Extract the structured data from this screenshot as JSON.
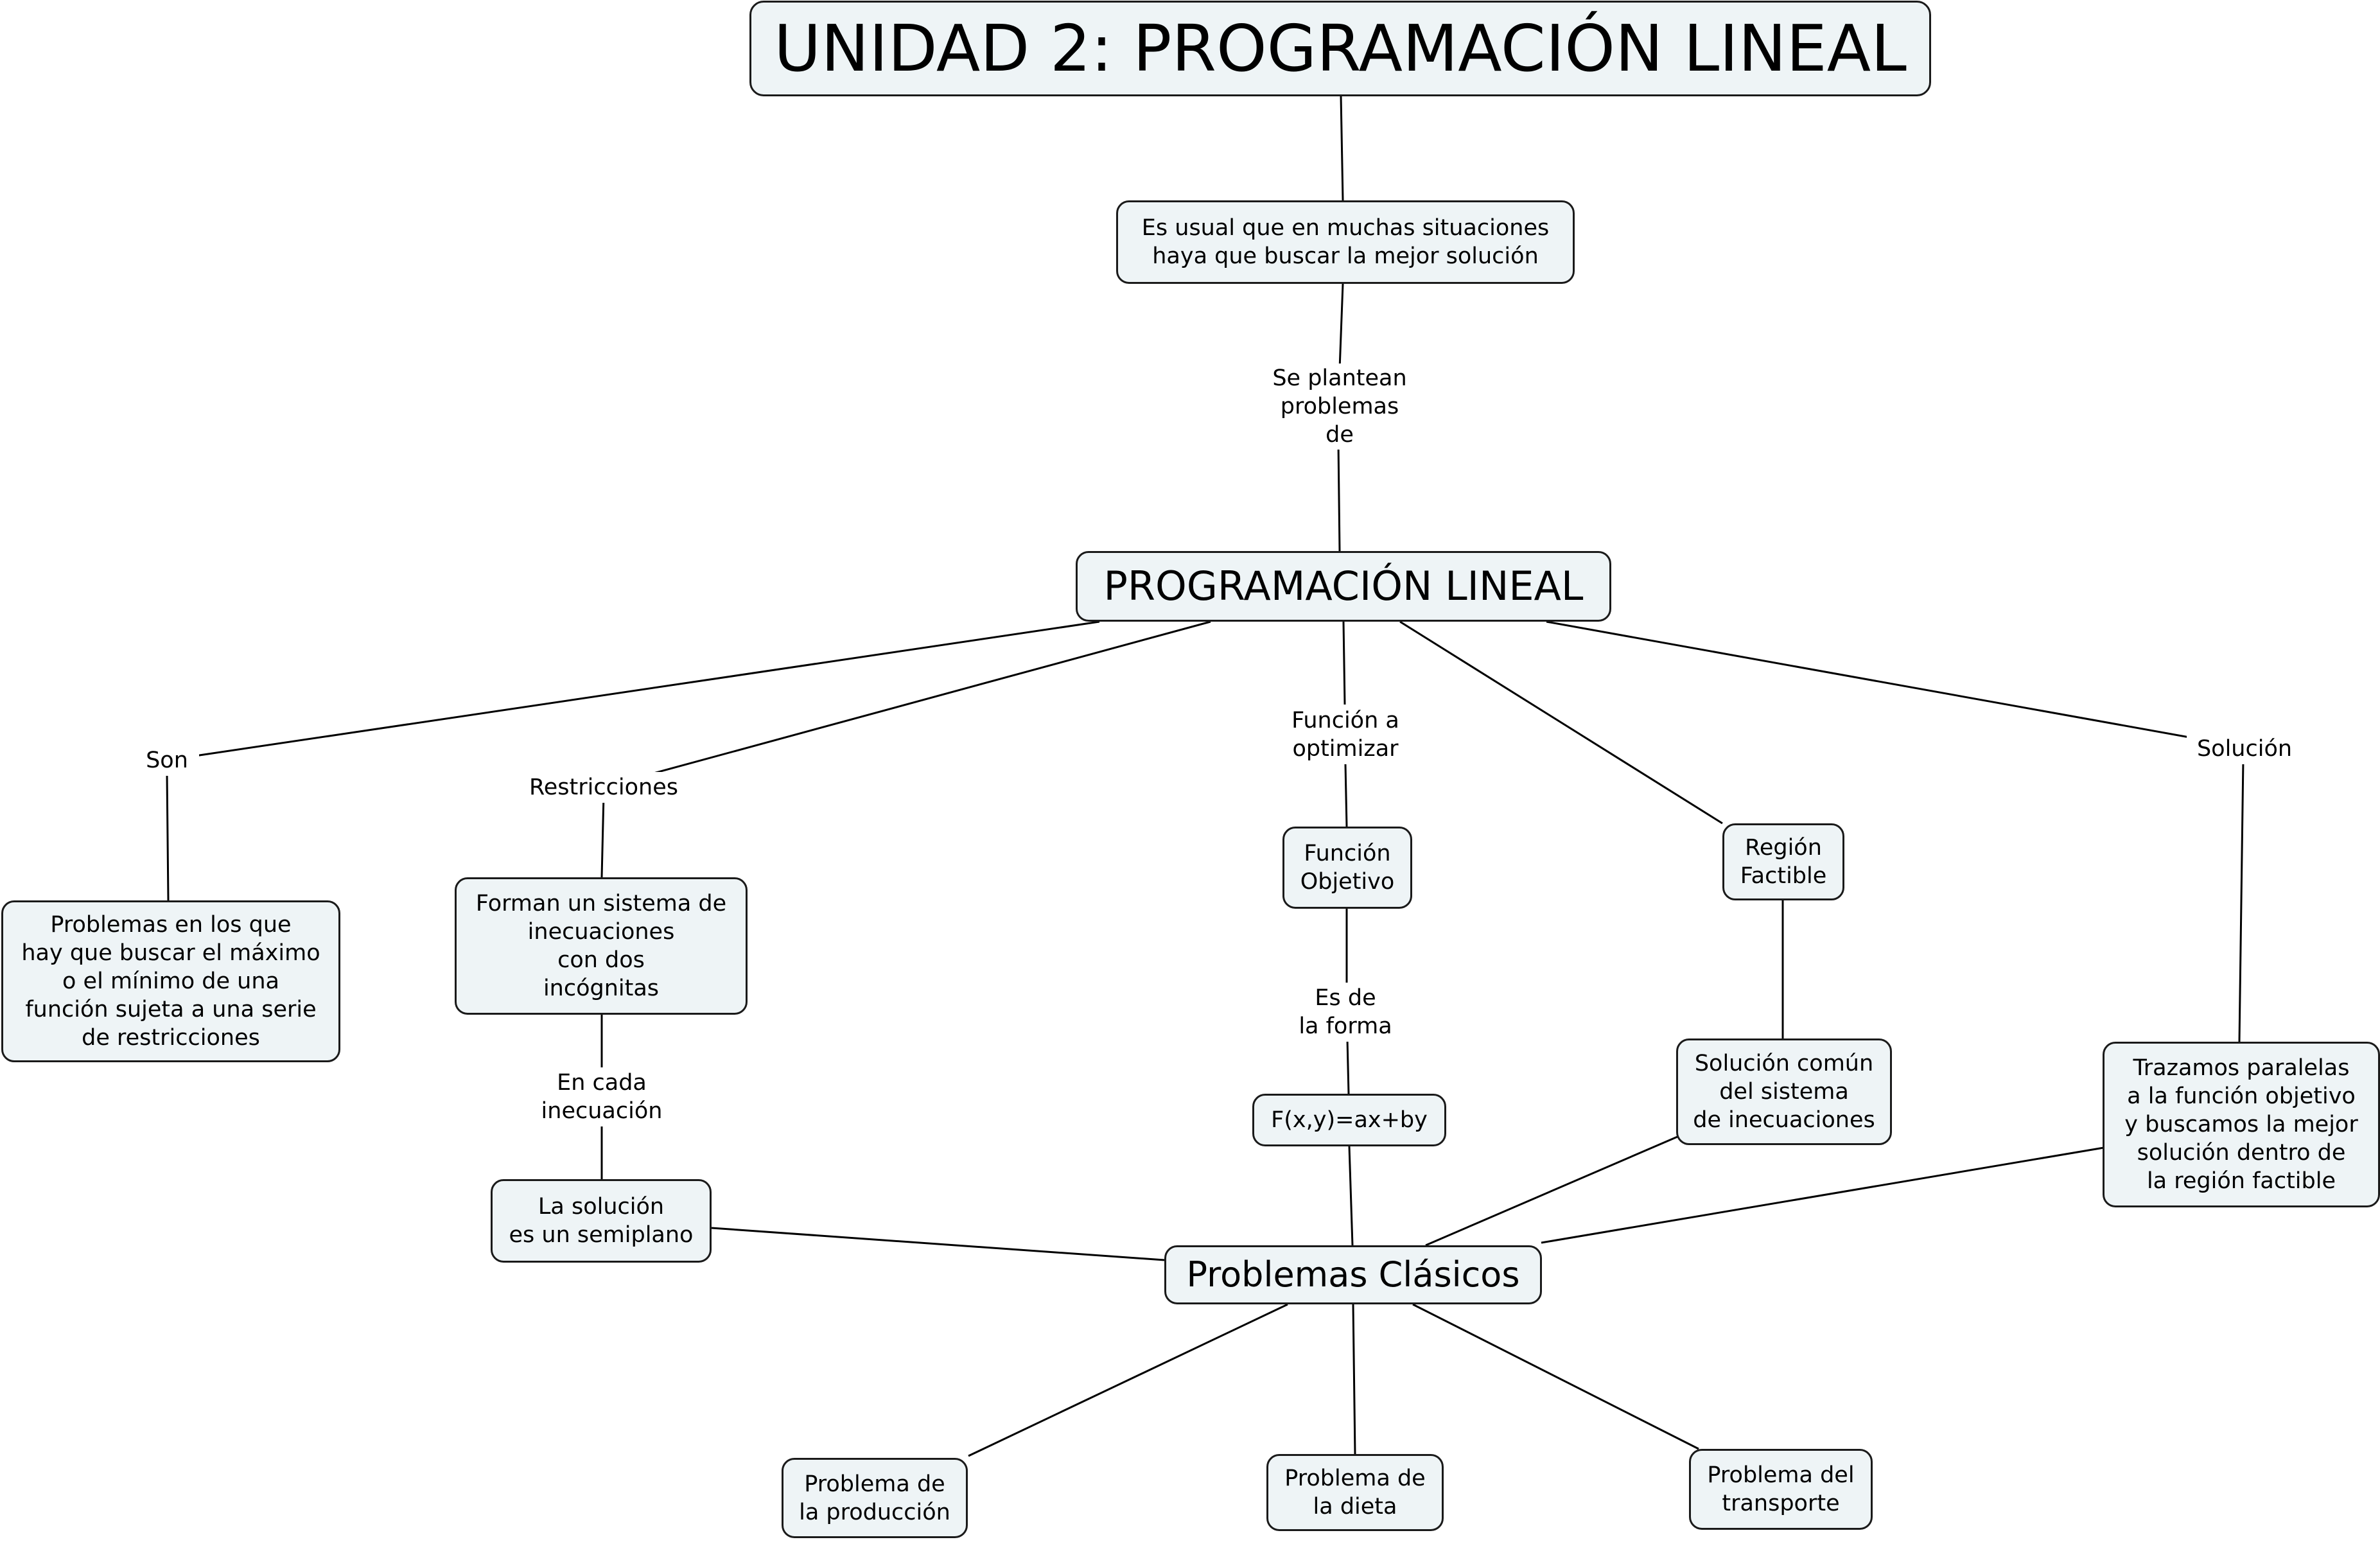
{
  "nodes": {
    "title": "UNIDAD  2: PROGRAMACIÓN LINEAL",
    "intro": "Es usual que en muchas situaciones\nhaya que buscar la mejor solución",
    "programacion": "PROGRAMACIÓN   LINEAL",
    "problemas_max": "Problemas en los que\nhay que buscar el máximo\no el mínimo de una\nfunción sujeta a una serie\nde restricciones",
    "sistema": "Forman un sistema de\ninecuaciones\ncon dos\nincógnitas",
    "semiplano": "La solución\nes un semiplano",
    "funcion_objetivo": "Función\nObjetivo",
    "formula": "F(x,y)=ax+by",
    "region": "Región\nFactible",
    "solucion_comun": "Solución común\ndel sistema\nde inecuaciones",
    "trazamos": "Trazamos paralelas\na la función objetivo\ny buscamos la mejor\nsolución dentro de\nla región factible",
    "clasicos": "Problemas  Clásicos",
    "produccion": "Problema de\nla producción",
    "dieta": "Problema de\nla dieta",
    "transporte": "Problema del\ntransporte"
  },
  "links": {
    "plantean": "Se plantean\nproblemas\nde",
    "son": "Son",
    "restricciones": "Restricciones",
    "funcion_optimizar": "Función a\noptimizar",
    "solucion": "Solución",
    "en_cada": "En cada\ninecuación",
    "es_de": "Es de\nla forma"
  },
  "colors": {
    "node_fill": "#eef4f6",
    "node_border": "#1a1a1a",
    "line": "#000000"
  }
}
